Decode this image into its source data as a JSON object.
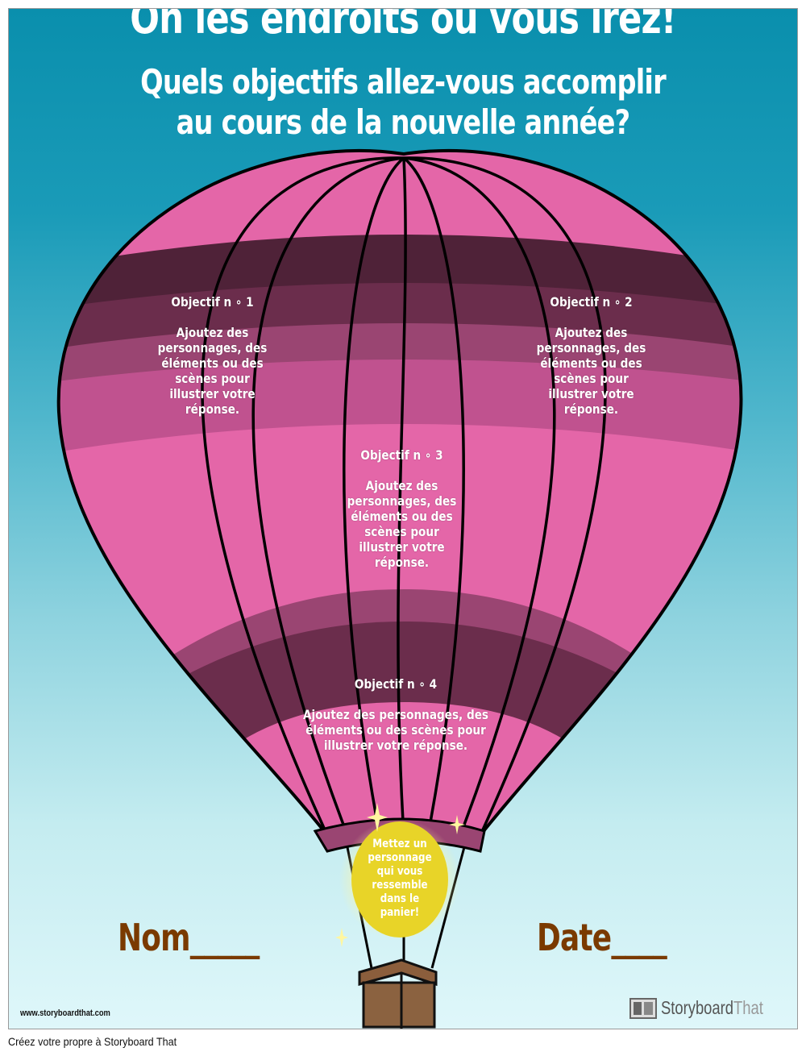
{
  "title": "Oh les endroits où vous irez!",
  "subtitle": "Quels objectifs allez-vous accomplir au cours de la nouvelle année?",
  "goals": [
    {
      "heading": "Objectif n ∘ 1",
      "text": "Ajoutez des personnages, des éléments ou des scènes pour illustrer votre réponse."
    },
    {
      "heading": "Objectif n ∘ 2",
      "text": "Ajoutez des personnages, des éléments ou des scènes pour illustrer votre réponse."
    },
    {
      "heading": "Objectif n ∘ 3",
      "text": "Ajoutez des personnages, des éléments ou des scènes pour illustrer votre réponse."
    },
    {
      "heading": "Objectif n ∘ 4",
      "text": "Ajoutez des personnages, des éléments ou des scènes pour illustrer votre réponse."
    }
  ],
  "basket_prompt": "Mettez un personnage qui vous ressemble dans le panier!",
  "name_label": "Nom_____",
  "date_label": "Date____",
  "website": "www.storyboardthat.com",
  "logo": {
    "part1": "Storyboard",
    "part2": "That"
  },
  "footer_link": "Créez votre propre à Storyboard That",
  "colors": {
    "sky_top": "#0a8fad",
    "sky_bottom": "#dff7fa",
    "balloon": "#e466a8",
    "label": "#7a3a00"
  }
}
